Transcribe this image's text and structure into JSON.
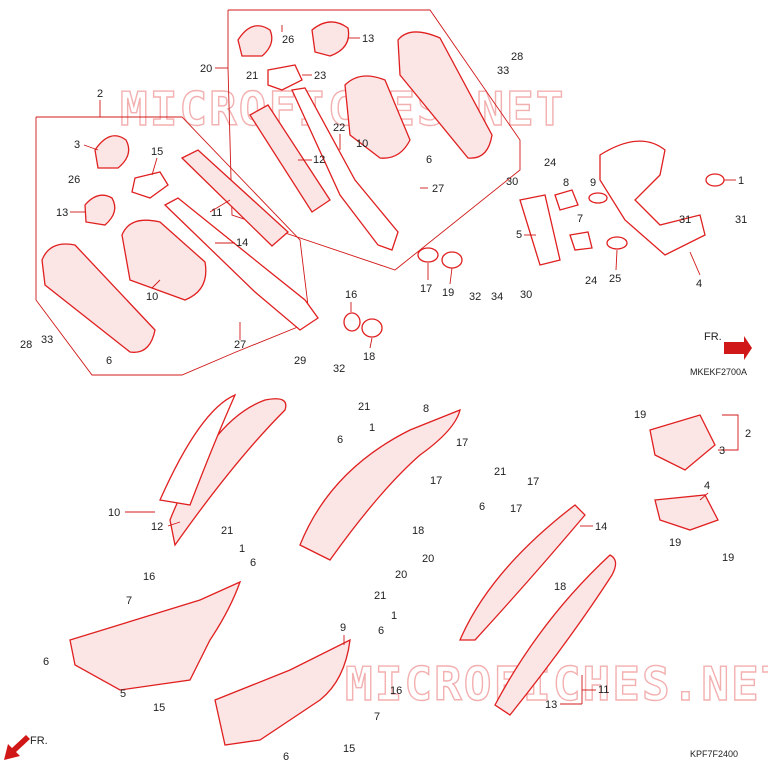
{
  "diagram": {
    "watermark": "MICROFICHES.NET",
    "code_top": "MKEKF2700A",
    "code_bottom": "KPF7F2400",
    "fr_label": "FR.",
    "labels": {
      "n1": "1",
      "n2": "2",
      "n3": "3",
      "n4": "4",
      "n5": "5",
      "n6": "6",
      "n7": "7",
      "n8": "8",
      "n9": "9",
      "n10": "10",
      "n11": "11",
      "n12": "12",
      "n13": "13",
      "n14": "14",
      "n15": "15",
      "n16": "16",
      "n17": "17",
      "n18": "18",
      "n19": "19",
      "n20": "20",
      "n21": "21",
      "n22": "22",
      "n23": "23",
      "n24": "24",
      "n25": "25",
      "n26": "26",
      "n27": "27",
      "n28": "28",
      "n29": "29",
      "n30": "30",
      "n31": "31",
      "n32": "32",
      "n33": "33",
      "n34": "34"
    },
    "colors": {
      "line": "#e02020",
      "fill": "#fbe5e5",
      "text": "#222222"
    }
  }
}
